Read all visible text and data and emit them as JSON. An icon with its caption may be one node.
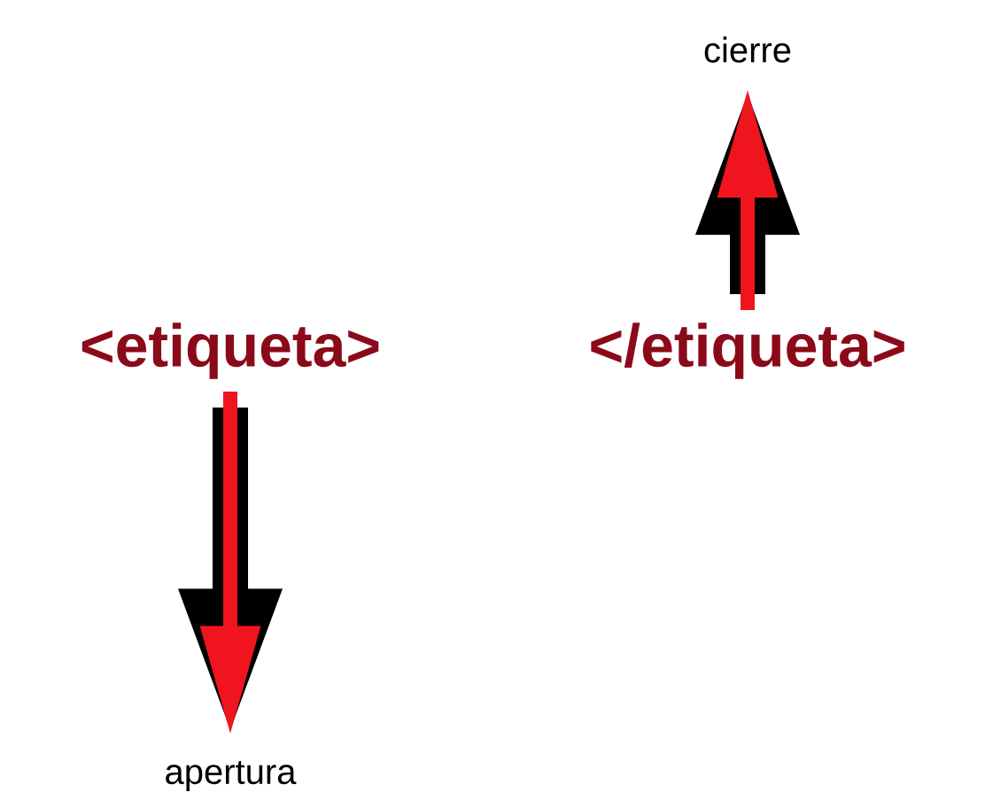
{
  "diagram": {
    "nodes": [
      {
        "text": [
          "<etiqueta>"
        ]
      },
      {
        "text": [
          "apertura"
        ]
      },
      {
        "text": [
          "</etiqueta>"
        ]
      },
      {
        "text": [
          "cierre"
        ]
      }
    ],
    "edges": [
      {
        "from": 0,
        "to": 1,
        "arrow": "to"
      },
      {
        "from": 2,
        "to": 3,
        "arrow": "to"
      }
    ]
  }
}
